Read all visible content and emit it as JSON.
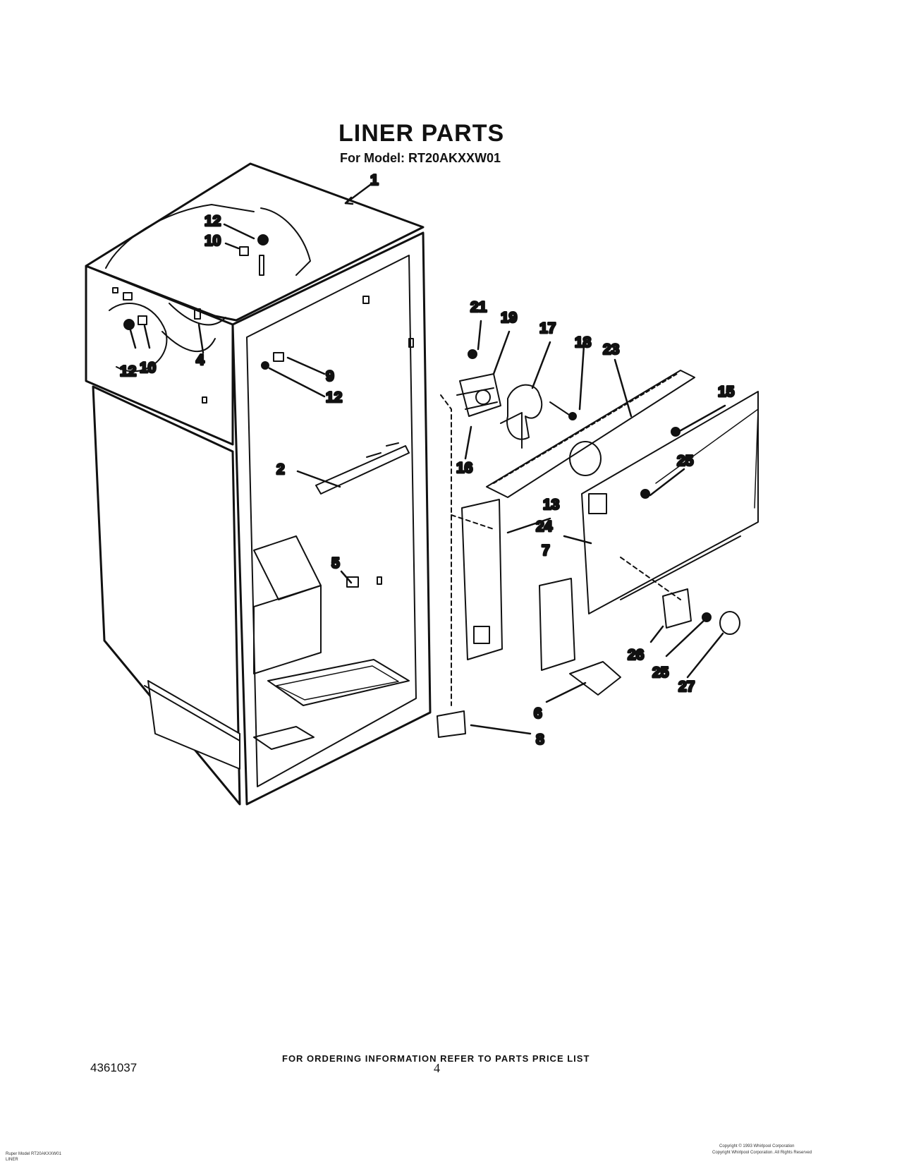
{
  "header": {
    "title": "LINER PARTS",
    "subtitle": "For Model: RT20AKXXW01"
  },
  "callouts": [
    "1",
    "12",
    "10",
    "12",
    "10",
    "4",
    "9",
    "12",
    "2",
    "5",
    "21",
    "19",
    "17",
    "18",
    "23",
    "15",
    "16",
    "25",
    "13",
    "24",
    "7",
    "26",
    "25",
    "27",
    "6",
    "8"
  ],
  "footer": {
    "ordering_note": "FOR ORDERING INFORMATION REFER TO PARTS PRICE LIST",
    "doc_number": "4361037",
    "page_number": "4",
    "model_line": "Ruper Model RT20AKXXW01",
    "section_line": "LINER",
    "copyright_1": "Copyright © 1993 Whirlpool Corporation",
    "copyright_2": "Copyright Whirlpool Corporation. All Rights Reserved"
  },
  "colors": {
    "ink": "#111111",
    "paper": "#ffffff"
  }
}
